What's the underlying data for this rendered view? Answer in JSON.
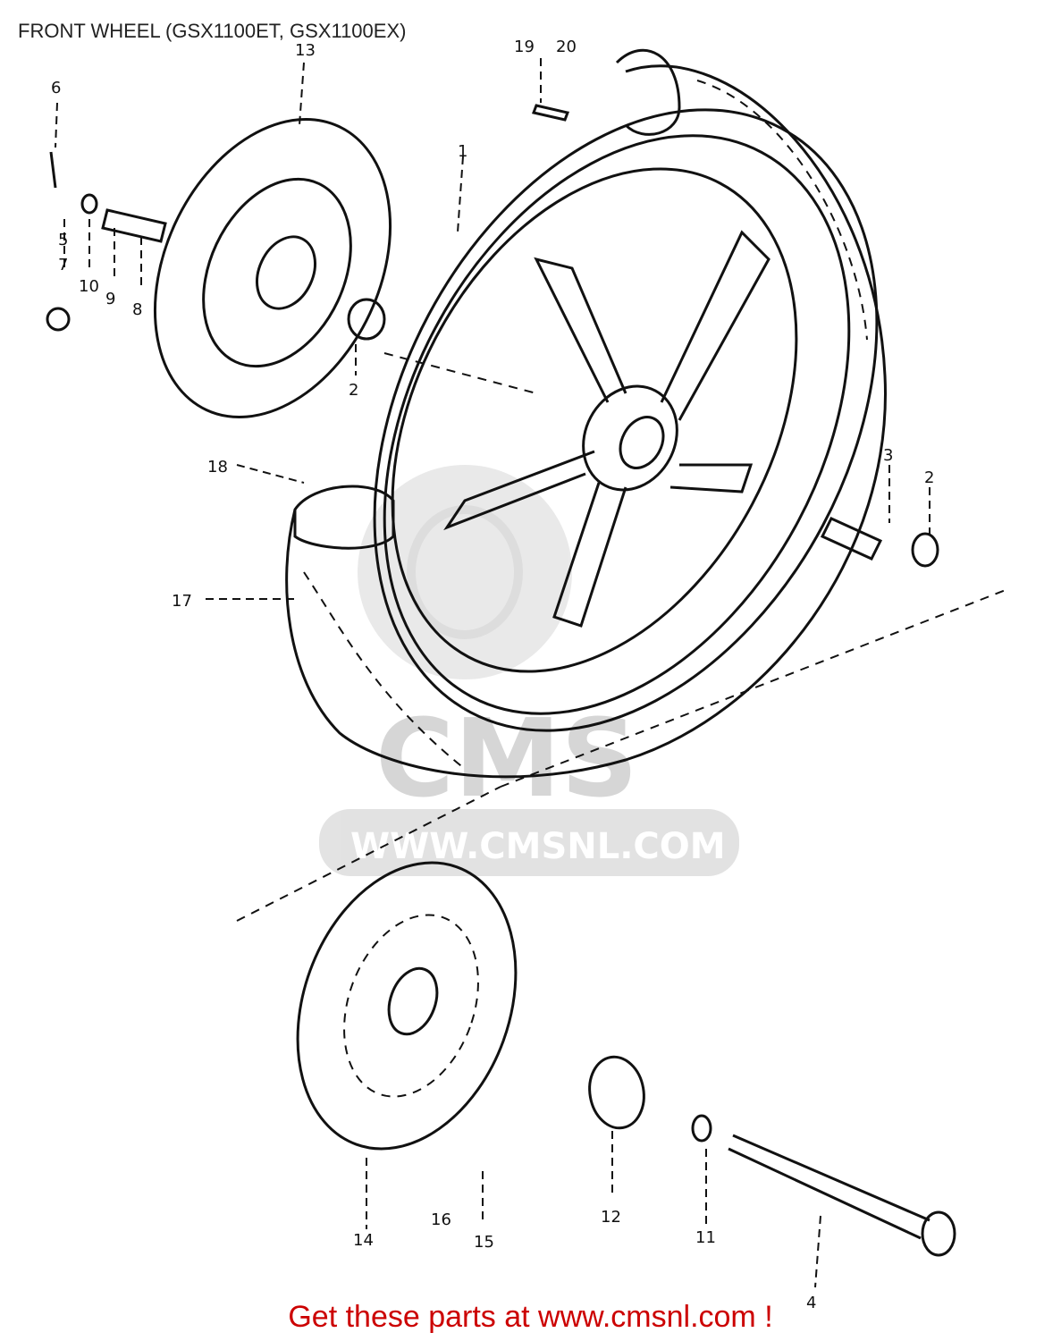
{
  "title": "FRONT WHEEL (GSX1100ET, GSX1100EX)",
  "footer": "Get these parts at www.cmsnl.com !",
  "watermark": {
    "brand": "CMS",
    "url": "WWW.CMSNL.COM"
  },
  "colors": {
    "footer": "#cc0000",
    "lines": "#111111",
    "watermark": "#cfcfcf"
  },
  "callouts": {
    "p1": "1",
    "p2a": "2",
    "p2b": "2",
    "p3": "3",
    "p4": "4",
    "p5": "5",
    "p6": "6",
    "p7": "7",
    "p8": "8",
    "p9": "9",
    "p10": "10",
    "p11": "11",
    "p12": "12",
    "p13": "13",
    "p14": "14",
    "p15": "15",
    "p16": "16",
    "p17": "17",
    "p18": "18",
    "p19": "19",
    "p20": "20"
  }
}
